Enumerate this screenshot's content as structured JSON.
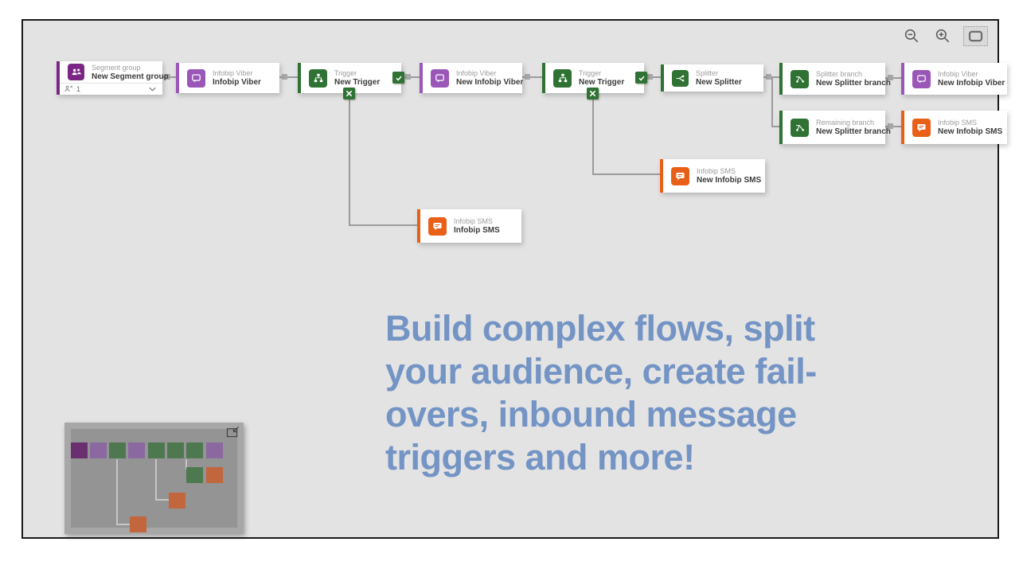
{
  "nodes": [
    {
      "id": "segment-group",
      "type_label": "Segment group",
      "name": "New Segment group",
      "color": "#7b2684",
      "audience_count": "1"
    },
    {
      "id": "viber-1",
      "type_label": "Infobip Viber",
      "name": "Infobip Viber",
      "color": "#9a57b8"
    },
    {
      "id": "trigger-1",
      "type_label": "Trigger",
      "name": "New Trigger",
      "color": "#2f7233"
    },
    {
      "id": "viber-2",
      "type_label": "Infobip Viber",
      "name": "New Infobip Viber",
      "color": "#9a57b8"
    },
    {
      "id": "trigger-2",
      "type_label": "Trigger",
      "name": "New Trigger",
      "color": "#2f7233"
    },
    {
      "id": "splitter",
      "type_label": "Splitter",
      "name": "New Splitter",
      "color": "#2f7233"
    },
    {
      "id": "splitter-branch",
      "type_label": "Splitter branch",
      "name": "New Splitter branch",
      "color": "#2f7233"
    },
    {
      "id": "viber-3",
      "type_label": "Infobip Viber",
      "name": "New Infobip Viber",
      "color": "#9a57b8"
    },
    {
      "id": "remaining-branch",
      "type_label": "Remaining branch",
      "name": "New Splitter branch",
      "color": "#2f7233"
    },
    {
      "id": "sms-1",
      "type_label": "Infobip SMS",
      "name": "New Infobip SMS",
      "color": "#e85f17"
    },
    {
      "id": "sms-2",
      "type_label": "Infobip SMS",
      "name": "New Infobip SMS",
      "color": "#e85f17"
    },
    {
      "id": "sms-3",
      "type_label": "Infobip SMS",
      "name": "Infobip SMS",
      "color": "#e85f17"
    }
  ],
  "caption": {
    "text": "Build complex flows, split\nyour audience, create fail-\novers, inbound message\ntriggers and more!",
    "color": "#7394c4"
  },
  "colors": {
    "canvas_background": "#e3e3e3",
    "segment_purple": "#7b2684",
    "viber_purple": "#9a57b8",
    "flow_green": "#2f7233",
    "sms_orange": "#e85f17",
    "connector_gray": "#9b9b9b",
    "minimap_purple_dark": "#6a2f70",
    "minimap_purple": "#8b68a0",
    "minimap_green": "#4e7950",
    "minimap_orange": "#c2663d"
  },
  "toolbar": {
    "zoom_out_icon": "magnifier-minus",
    "zoom_in_icon": "magnifier-plus",
    "fit_icon": "fit-to-screen"
  }
}
